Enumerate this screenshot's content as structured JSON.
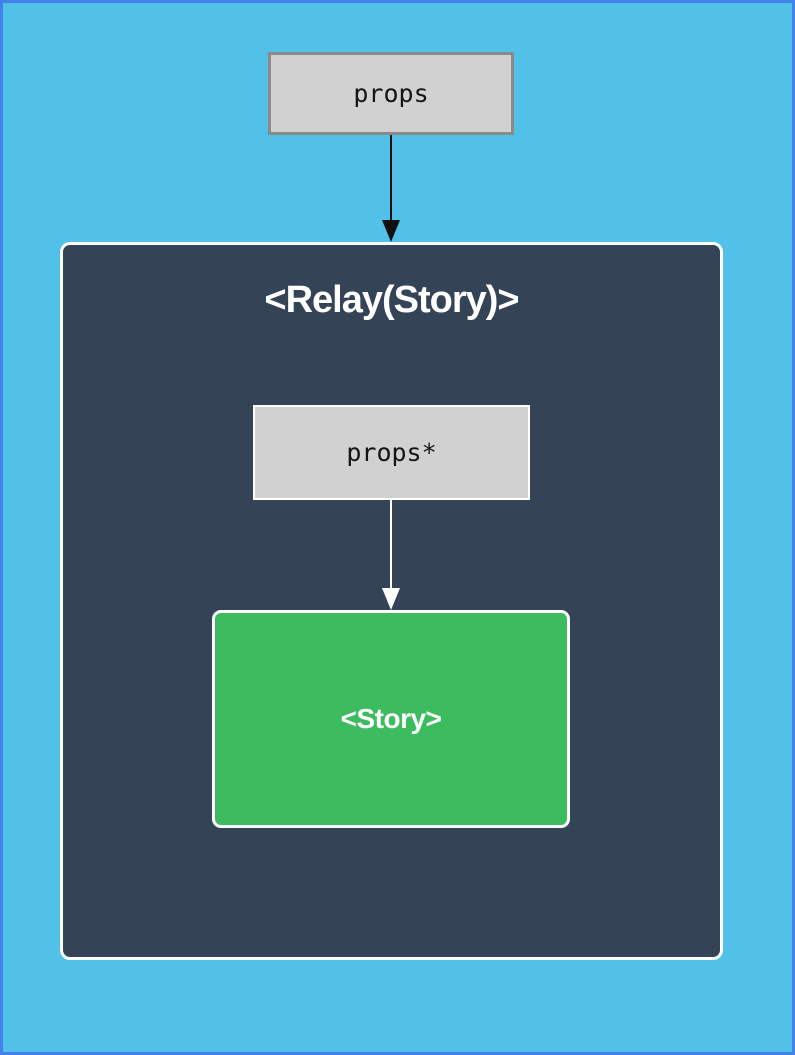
{
  "colors": {
    "page-bg": "#52c1e8",
    "page-border": "#4382ec",
    "panel-bg": "#344456",
    "panel-border": "#ffffff",
    "box-bg": "#d1d1d1",
    "box-border": "#8a8a8a",
    "story-bg": "#3dbb5f",
    "arrow-black": "#111111",
    "arrow-white": "#ffffff",
    "text-dark": "#141414",
    "text-light": "#ffffff"
  },
  "diagram": {
    "props_box": {
      "label": "props"
    },
    "props_to_relay_arrow": {
      "color_name": "black"
    },
    "relay_container": {
      "title": "<Relay(Story)>"
    },
    "props_star_box": {
      "label": "props*"
    },
    "props_star_to_story_arrow": {
      "color_name": "white"
    },
    "story_box": {
      "label": "<Story>"
    }
  }
}
